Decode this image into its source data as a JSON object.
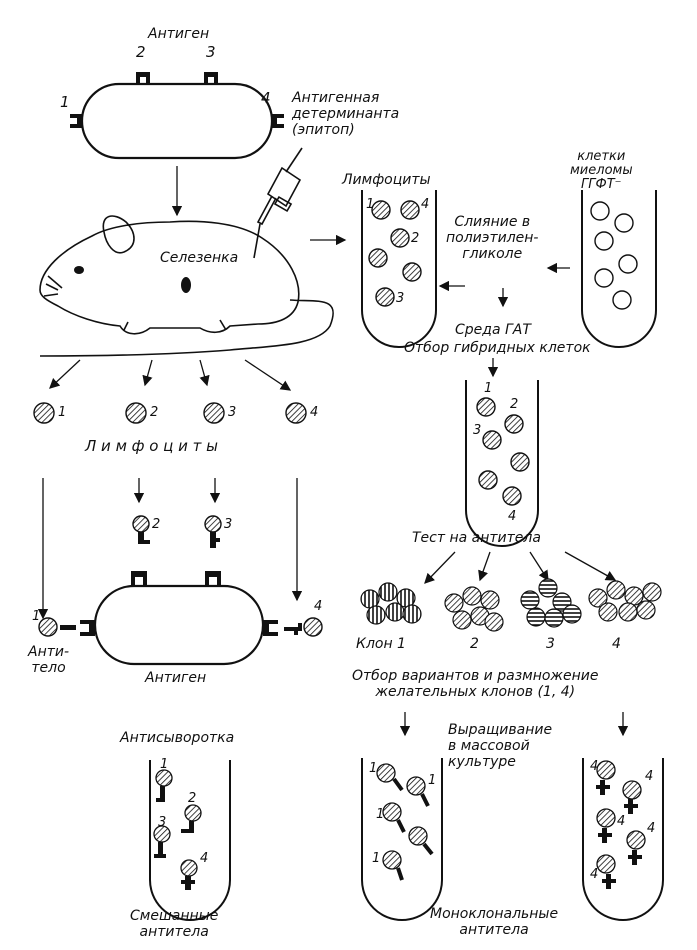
{
  "top": {
    "antigen": "Антиген",
    "epitope_label": "Антигенная\nдетерминанта\n(эпитоп)",
    "epitope_numbers": [
      "1",
      "2",
      "3",
      "4"
    ]
  },
  "mouse": {
    "spleen": "Селезенка"
  },
  "fusion": {
    "lymphocytes": "Лимфоциты",
    "myeloma": "клетки\nмиеломы\nГГФТ⁻",
    "fusion_text": "Слияние в\nполиэтилен-\nгликоле",
    "hat": "Среда ГАТ",
    "selection": "Отбор гибридных клеток",
    "tube1_numbers": [
      "1",
      "4",
      "2",
      "3"
    ],
    "tube2_numbers": [
      "1",
      "2",
      "3",
      "4"
    ]
  },
  "left": {
    "lymphocyte_numbers": [
      "1",
      "2",
      "3",
      "4"
    ],
    "lymphocytes_spaced": "Л и м ф о ц и т ы",
    "antibody_numbers": [
      "2",
      "3",
      "1",
      "4"
    ],
    "antibody": "Анти-\nтело",
    "antigen": "Антиген",
    "antiserum": "Антисыворотка",
    "antiserum_numbers": [
      "1",
      "2",
      "3",
      "4"
    ],
    "mixed": "Смешанные\nантитела"
  },
  "right": {
    "test": "Тест на антитела",
    "clones": [
      "Клон 1",
      "2",
      "3",
      "4"
    ],
    "selection": "Отбор вариантов и размножение\nжелательных клонов (1, 4)",
    "mass": "Выращивание\nв массовой\nкультуре",
    "tube_a_numbers": [
      "1",
      "1",
      "1",
      "1"
    ],
    "tube_b_numbers": [
      "4",
      "4",
      "4",
      "4",
      "4"
    ],
    "monoclonal": "Моноклональные\nантитела"
  }
}
